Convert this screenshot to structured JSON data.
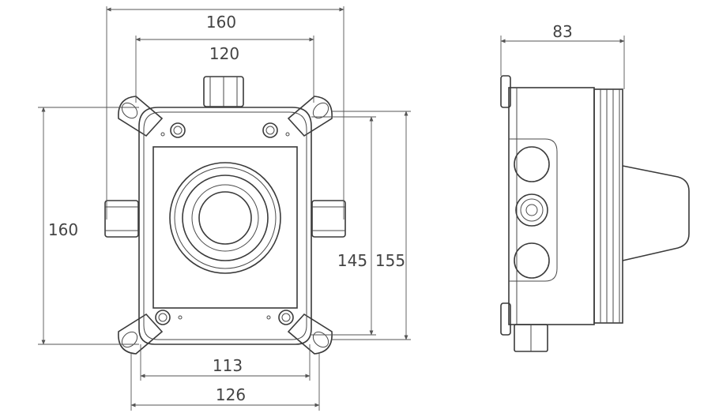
{
  "dimensions": {
    "outer_width": "160",
    "inner_width": "120",
    "depth": "83",
    "outer_height": "160",
    "height_a": "145",
    "height_b": "155",
    "bottom_inner": "113",
    "bottom_outer": "126"
  },
  "colors": {
    "line": "#3a3a3a",
    "dimension": "#555555",
    "background": "#ffffff"
  }
}
